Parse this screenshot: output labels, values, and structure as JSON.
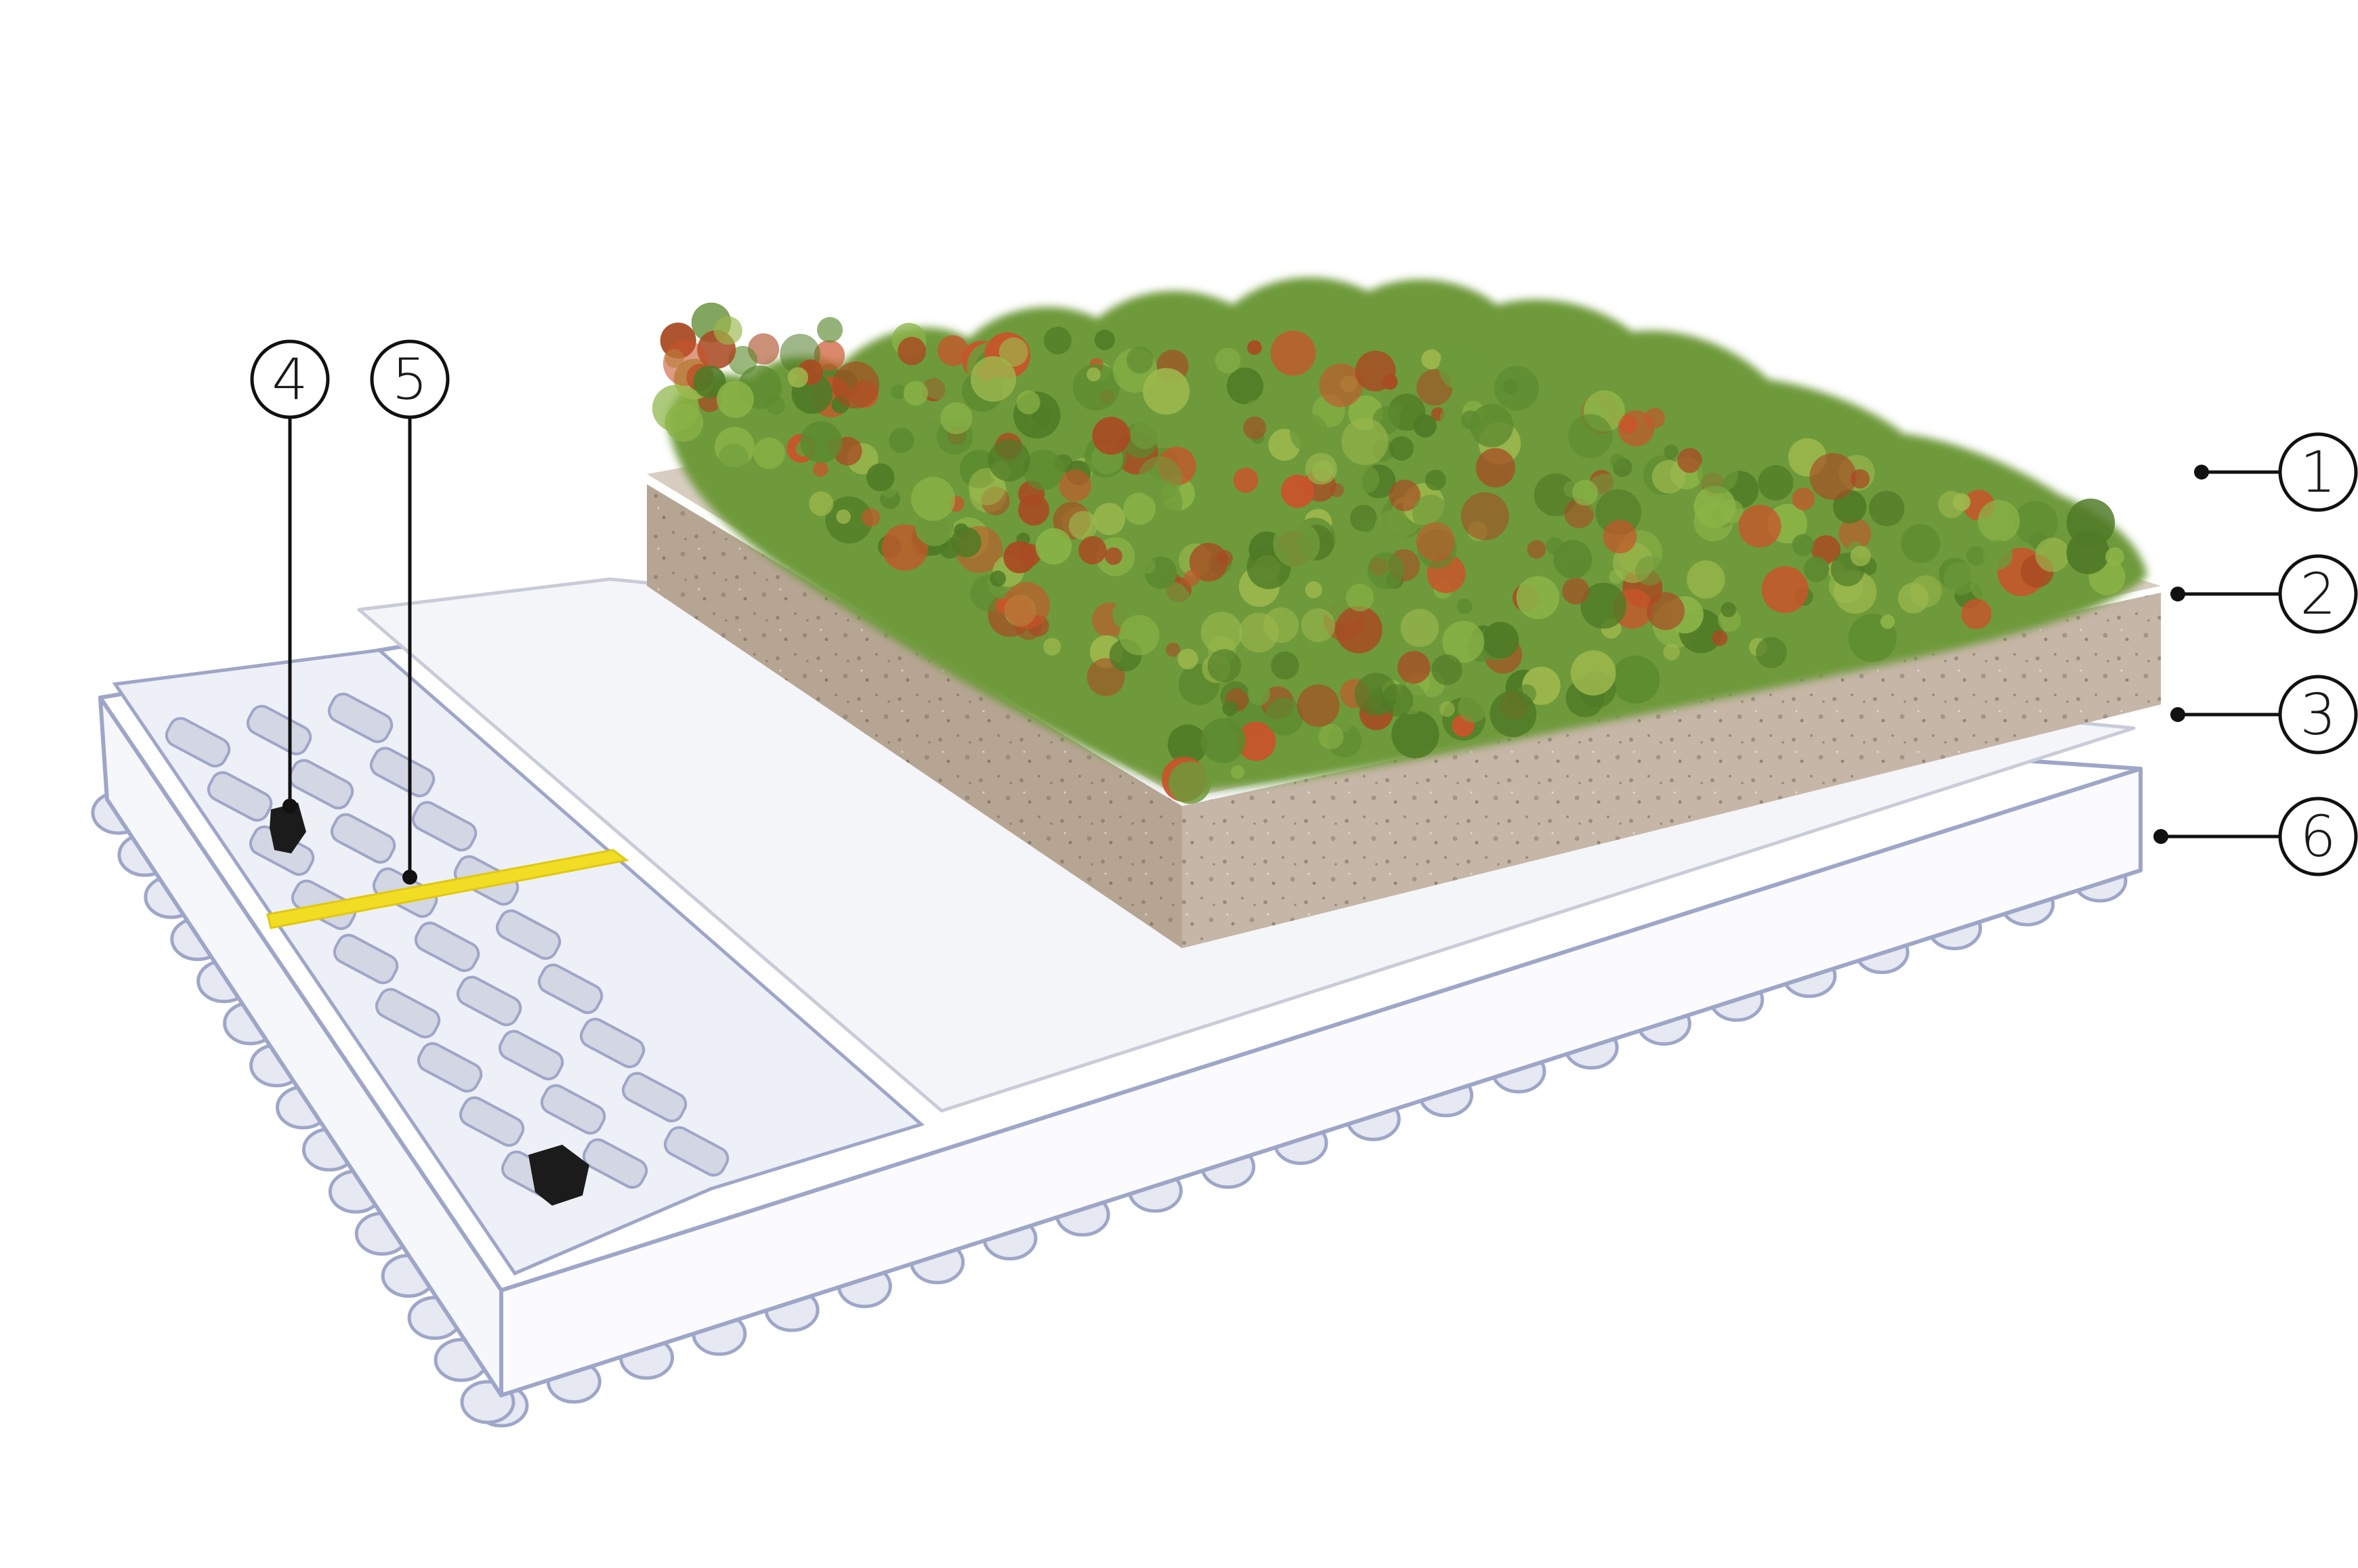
{
  "diagram": {
    "callouts": [
      {
        "id": "c1",
        "label": "1"
      },
      {
        "id": "c2",
        "label": "2"
      },
      {
        "id": "c3",
        "label": "3"
      },
      {
        "id": "c4",
        "label": "4"
      },
      {
        "id": "c5",
        "label": "5"
      },
      {
        "id": "c6",
        "label": "6"
      }
    ],
    "colors": {
      "vegetation": "#6e9a3a",
      "vegetation_dark": "#4f7a26",
      "vegetation_red": "#c9542a",
      "substrate": "#b8a796",
      "substrate_top": "#d6cbbf",
      "fleece": "#f4f5f8",
      "drainage_line": "#9ea6c8",
      "drainage_fill": "#e6e8f2",
      "seam_tape": "#f2dd25",
      "fastener": "#1b1b1b",
      "leader": "#111111"
    }
  }
}
